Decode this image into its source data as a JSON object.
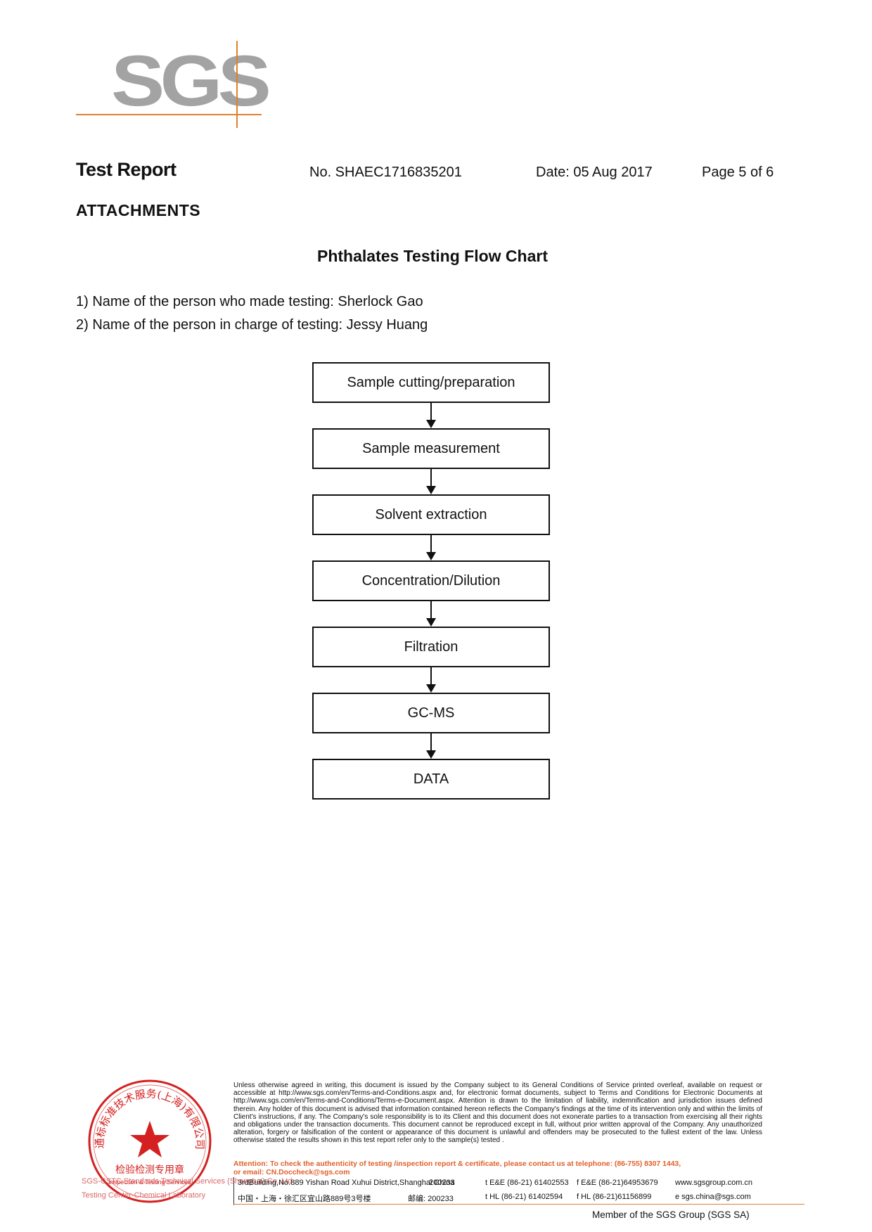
{
  "logo": {
    "text": "SGS"
  },
  "header": {
    "title": "Test Report",
    "report_no": "No. SHAEC1716835201",
    "date": "Date: 05 Aug 2017",
    "page": "Page 5 of 6"
  },
  "section": "ATTACHMENTS",
  "chart_title": "Phthalates Testing Flow Chart",
  "persons": [
    "1) Name of the person who made testing: Sherlock Gao",
    "2) Name of the person in charge of testing: Jessy Huang"
  ],
  "flow_steps": [
    "Sample cutting/preparation",
    "Sample measurement",
    "Solvent extraction",
    "Concentration/Dilution",
    "Filtration",
    "GC-MS",
    "DATA"
  ],
  "footer": {
    "terms": "Unless otherwise agreed in writing, this document is issued by the Company subject to its General Conditions of Service printed overleaf, available on request or accessible at http://www.sgs.com/en/Terms-and-Conditions.aspx and, for electronic format documents, subject to Terms and Conditions for Electronic Documents at http://www.sgs.com/en/Terms-and-Conditions/Terms-e-Document.aspx. Attention is drawn to the limitation of liability, indemnification and jurisdiction issues defined therein. Any holder of this document is advised that information contained hereon reflects the Company's findings at the time of its intervention only and within the limits of Client's instructions, if any. The Company's sole responsibility is to its Client and this document does not exonerate parties to a transaction from exercising all their rights and obligations under the transaction documents. This document cannot be reproduced except in full, without prior written approval of the Company. Any unauthorized alteration, forgery or falsification of the content or appearance of this document is unlawful and offenders may be prosecuted to the fullest extent of the law. Unless otherwise stated the results shown in this test report refer only to the sample(s) tested .",
    "attention_1": "Attention: To check the authenticity of testing /inspection report & certificate, please contact us at telephone: (86-755) 8307 1443,",
    "attention_2": "or email: CN.Doccheck@sgs.com",
    "address_en": "3rdBuilding,No.889 Yishan Road Xuhui District,Shanghai China",
    "postcode_en": "200233",
    "phone_en": "t E&E (86-21) 61402553",
    "fax_en": "f E&E (86-21)64953679",
    "web": "www.sgsgroup.com.cn",
    "address_cn": "中国・上海・徐汇区宜山路889号3号楼",
    "postcode_cn": "邮编: 200233",
    "phone_cn": "t HL (86-21) 61402594",
    "fax_cn": "f HL (86-21)61156899",
    "email": "e sgs.china@sgs.com",
    "lab_line_1": "SGS-CSTC Standards Technical Services (Shanghai) Co.,Ltd.",
    "lab_line_2": "Testing Center-Chemical Laboratory",
    "member": "Member of the SGS Group (SGS SA)"
  },
  "stamp": {
    "outer_text": "通标标准技术服务(上海)有限公司",
    "inner_text_1": "检验检测专用章",
    "inner_text_2": "Inspection & Testing Services",
    "color": "#d42020"
  }
}
